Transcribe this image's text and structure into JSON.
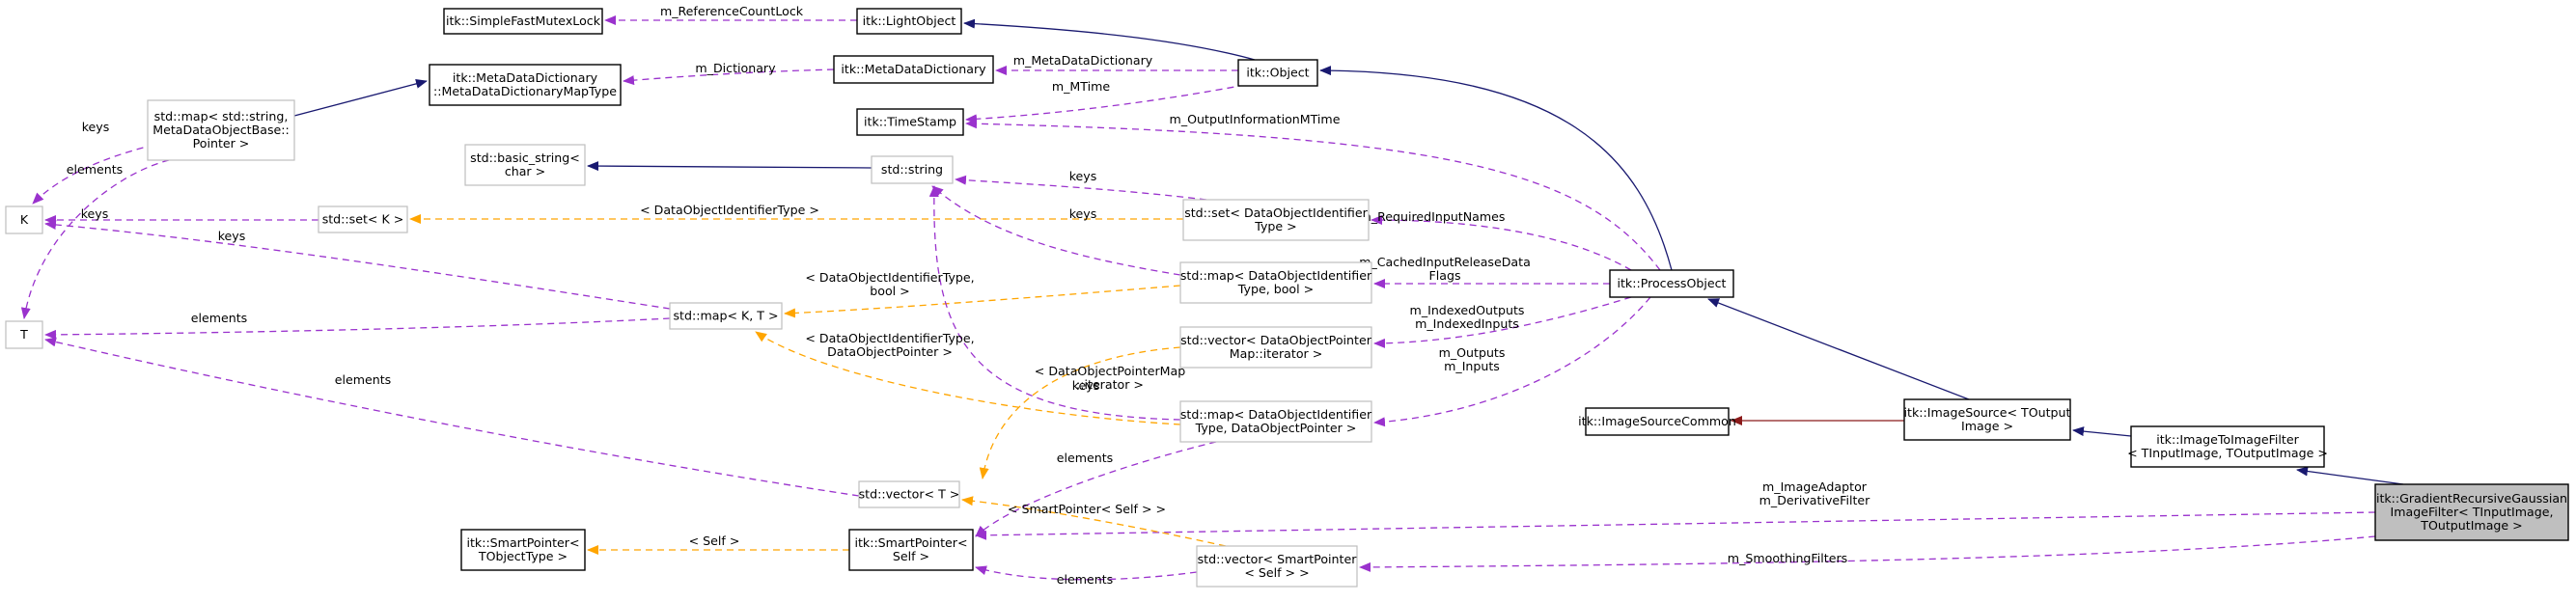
{
  "nodes": {
    "simple_fast_mutex_lock": [
      "itk::SimpleFastMutexLock"
    ],
    "light_object": [
      "itk::LightObject"
    ],
    "meta_data_dictionary_map_type": [
      "itk::MetaDataDictionary",
      "::MetaDataDictionaryMapType"
    ],
    "meta_data_dictionary": [
      "itk::MetaDataDictionary"
    ],
    "object": [
      "itk::Object"
    ],
    "time_stamp": [
      "itk::TimeStamp"
    ],
    "std_map_string": [
      "std::map< std::string,",
      "MetaDataObjectBase::",
      "Pointer >"
    ],
    "k": [
      "K"
    ],
    "t": [
      "T"
    ],
    "basic_string": [
      "std::basic_string<",
      "char >"
    ],
    "std_string": [
      "std::string"
    ],
    "std_set_k": [
      "std::set< K >"
    ],
    "std_set_doi": [
      "std::set< DataObjectIdentifier",
      "Type >"
    ],
    "std_map_doi_bool": [
      "std::map< DataObjectIdentifier",
      "Type, bool >"
    ],
    "process_object": [
      "itk::ProcessObject"
    ],
    "std_map_kt": [
      "std::map< K, T >"
    ],
    "std_vector_dop_iter": [
      "std::vector< DataObjectPointer",
      "Map::iterator >"
    ],
    "std_map_doi_dop": [
      "std::map< DataObjectIdentifier",
      "Type, DataObjectPointer >"
    ],
    "image_source_common": [
      "itk::ImageSourceCommon"
    ],
    "image_source": [
      "itk::ImageSource< TOutput",
      "Image >"
    ],
    "image_to_image_filter": [
      "itk::ImageToImageFilter",
      "< TInputImage, TOutputImage >"
    ],
    "std_vector_t": [
      "std::vector< T >"
    ],
    "smart_pointer_tobject": [
      "itk::SmartPointer<",
      "TObjectType >"
    ],
    "smart_pointer_self": [
      "itk::SmartPointer<",
      "Self >"
    ],
    "std_vector_sp_self": [
      "std::vector< SmartPointer",
      "< Self > >"
    ],
    "gradient_filter": [
      "itk::GradientRecursiveGaussian",
      "ImageFilter< TInputImage,",
      "TOutputImage >"
    ]
  },
  "edge_labels": {
    "reference_count_lock": [
      "m_ReferenceCountLock"
    ],
    "dictionary": [
      "m_Dictionary"
    ],
    "meta_data_dictionary": [
      "m_MetaDataDictionary"
    ],
    "mtime": [
      "m_MTime"
    ],
    "output_information_mtime": [
      "m_OutputInformationMTime"
    ],
    "map_keys": [
      "keys"
    ],
    "map_elements": [
      "elements"
    ],
    "set_k_keys": [
      "keys"
    ],
    "doi_type_label": [
      "< DataObjectIdentifierType >"
    ],
    "string_keys_1": [
      "keys"
    ],
    "string_keys_2": [
      "keys"
    ],
    "required_input_names": [
      "m_RequiredInputNames"
    ],
    "mapkt_keys": [
      "keys"
    ],
    "cached_input_release": [
      "m_CachedInputReleaseData",
      "Flags"
    ],
    "doi_bool_label": [
      "< DataObjectIdentifierType,",
      "bool >"
    ],
    "mapkt_elements": [
      "elements"
    ],
    "indexed": [
      "m_IndexedOutputs",
      "m_IndexedInputs"
    ],
    "doi_dop_label": [
      "< DataObjectIdentifierType,",
      "DataObjectPointer >"
    ],
    "dop_iterator_label": [
      "< DataObjectPointerMap",
      "::iterator >"
    ],
    "outputs_inputs": [
      "m_Outputs",
      "m_Inputs"
    ],
    "string_keys_3": [
      "keys"
    ],
    "vector_t_elements": [
      "elements"
    ],
    "sp_elements_1": [
      "elements"
    ],
    "image_adaptor": [
      "m_ImageAdaptor",
      "m_DerivativeFilter"
    ],
    "smart_pointer_self_label": [
      "< SmartPointer< Self > >"
    ],
    "self_label": [
      "< Self >"
    ],
    "sp_elements_2": [
      "elements"
    ],
    "smoothing_filters": [
      "m_SmoothingFilters"
    ]
  }
}
